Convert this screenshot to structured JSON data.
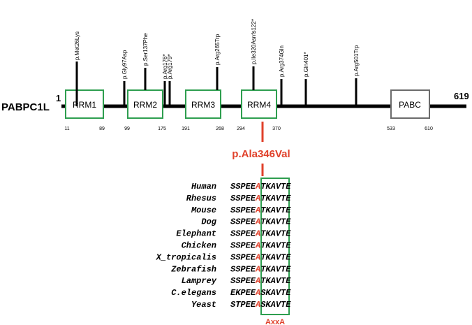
{
  "protein": {
    "name": "PABPC1L",
    "start": "1",
    "end": "619"
  },
  "domains": [
    {
      "label": "RRM1",
      "start": "11",
      "end": "89",
      "kind": "rrm"
    },
    {
      "label": "RRM2",
      "start": "99",
      "end": "175",
      "kind": "rrm"
    },
    {
      "label": "RRM3",
      "start": "191",
      "end": "268",
      "kind": "rrm"
    },
    {
      "label": "RRM4",
      "start": "294",
      "end": "370",
      "kind": "rrm"
    },
    {
      "label": "PABC",
      "start": "533",
      "end": "610",
      "kind": "pabc"
    }
  ],
  "variants": [
    "p.Met26Lys",
    "p.Gly97Asp",
    "p.Ser137Phe",
    "p.Arg176*",
    "p.Arg179*",
    "p.Arg265Trp",
    "p.Ile320Asnfs122*",
    "p.Arg374Gln",
    "p.Gln401*",
    "p.Arg501Trp"
  ],
  "highlight": {
    "variant": "p.Ala346Val",
    "motif": "AxxA"
  },
  "alignment": [
    {
      "species": "Human",
      "pre": "SSPEE",
      "hit": "A",
      "mid": "TKA",
      "post": "VTE"
    },
    {
      "species": "Rhesus",
      "pre": "SSPEE",
      "hit": "A",
      "mid": "TKA",
      "post": "VTE"
    },
    {
      "species": "Mouse",
      "pre": "SSPEE",
      "hit": "A",
      "mid": "TKA",
      "post": "VTE"
    },
    {
      "species": "Dog",
      "pre": "SSPEE",
      "hit": "A",
      "mid": "TKA",
      "post": "VTE"
    },
    {
      "species": "Elephant",
      "pre": "SSPEE",
      "hit": "A",
      "mid": "TKA",
      "post": "VTE"
    },
    {
      "species": "Chicken",
      "pre": "SSPEE",
      "hit": "A",
      "mid": "TKA",
      "post": "VTE"
    },
    {
      "species": "X_tropicalis",
      "pre": "SSPEE",
      "hit": "A",
      "mid": "TKA",
      "post": "VTE"
    },
    {
      "species": "Zebrafish",
      "pre": "SSPEE",
      "hit": "A",
      "mid": "TKA",
      "post": "VTE"
    },
    {
      "species": "Lamprey",
      "pre": "SSPEE",
      "hit": "A",
      "mid": "TKA",
      "post": "VTE"
    },
    {
      "species": "C.elegans",
      "pre": "EKPEE",
      "hit": "A",
      "mid": "SKA",
      "post": "VTE"
    },
    {
      "species": "Yeast",
      "pre": "STPEE",
      "hit": "A",
      "mid": "SKA",
      "post": "VTE"
    }
  ],
  "colors": {
    "line": "#000000",
    "domain_border": "#2e9e4f",
    "pabc_border": "#6b6b6b",
    "highlight": "#e0412b"
  }
}
